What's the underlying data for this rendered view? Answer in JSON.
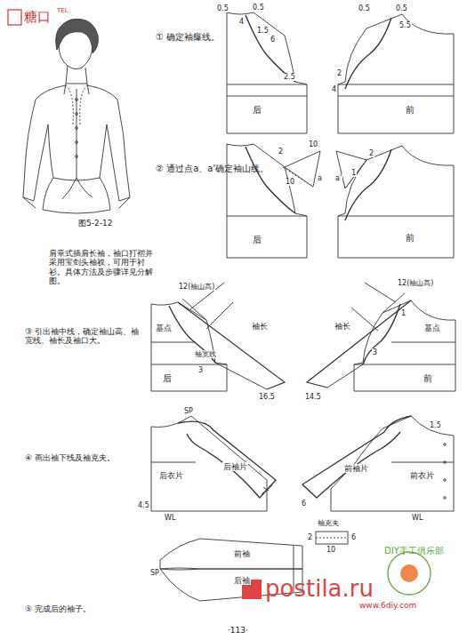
{
  "diagram": {
    "caption": "图5-2-12",
    "labels": [
      "糖口",
      "TEL",
      "肩章式插肩长袖，袖口打褶并采用宝剑头袖衩，可用于衬衫。具体方法及步骤详见分解图。",
      "① 确定袖窿线。",
      "0.5",
      "0.5",
      "4",
      "1.5",
      "6",
      "2.5",
      "后",
      "0.5",
      "0.5",
      "5.5",
      "2",
      "4",
      "前",
      "② 通过点a、a'确定袖山线。",
      "2",
      "10",
      "10",
      "a",
      "2",
      "1",
      "a'",
      "后",
      "前",
      "③ 引出袖中线，确定袖山高、袖宽线、袖长及袖口大。",
      "12(袖山高)",
      "基点",
      "袖长",
      "袖宽线",
      "3",
      "后",
      "16.5",
      "14.5",
      "袖长",
      "12(袖山高)",
      "基点",
      "1",
      "3",
      "前",
      "④ 画出袖下线及袖克夫。",
      "SP",
      "后袖片",
      "后衣片",
      "4.5",
      "WL",
      "前袖片",
      "前衣片",
      "1.5",
      "6",
      "WL",
      "袖克夫",
      "2",
      "6",
      "10",
      "⑤ 完成后的袖子。",
      "前袖",
      "SP",
      "后袖",
      "DIY手工俱乐部",
      "www.6diy.com",
      "postila.ru",
      "·113·"
    ]
  }
}
